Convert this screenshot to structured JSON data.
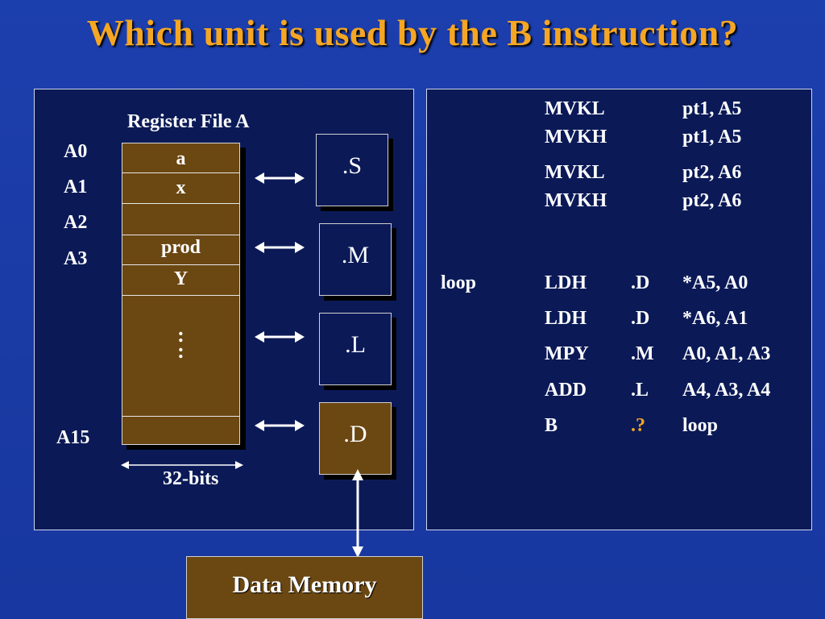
{
  "title": "Which unit is used by the B instruction?",
  "register_file": {
    "title": "Register File A",
    "labels": [
      "A0",
      "A1",
      "A2",
      "A3",
      "A15"
    ],
    "cells": [
      "a",
      "x",
      "",
      "prod",
      "Y",
      ":",
      ""
    ],
    "width_label": "32-bits"
  },
  "units": [
    ".S",
    ".M",
    ".L",
    ".D"
  ],
  "data_memory": "Data Memory",
  "code": {
    "setup": [
      {
        "op": "MVKL",
        "args": "pt1, A5"
      },
      {
        "op": "MVKH",
        "args": "pt1, A5"
      },
      {
        "op": "MVKL",
        "args": "pt2, A6"
      },
      {
        "op": "MVKH",
        "args": "pt2, A6"
      }
    ],
    "loop_label": "loop",
    "loop": [
      {
        "op": "LDH",
        "unit": ".D",
        "args": "*A5, A0"
      },
      {
        "op": "LDH",
        "unit": ".D",
        "args": "*A6, A1"
      },
      {
        "op": "MPY",
        "unit": ".M",
        "args": "A0, A1, A3"
      },
      {
        "op": "ADD",
        "unit": ".L",
        "args": "A4, A3, A4"
      },
      {
        "op": "B",
        "unit": ".?",
        "args": "loop"
      }
    ]
  },
  "colors": {
    "background": "#1a3aa3",
    "panel": "#0b1a57",
    "brown": "#6b4712",
    "title": "#f5a623",
    "question_mark": "#f5a623"
  }
}
